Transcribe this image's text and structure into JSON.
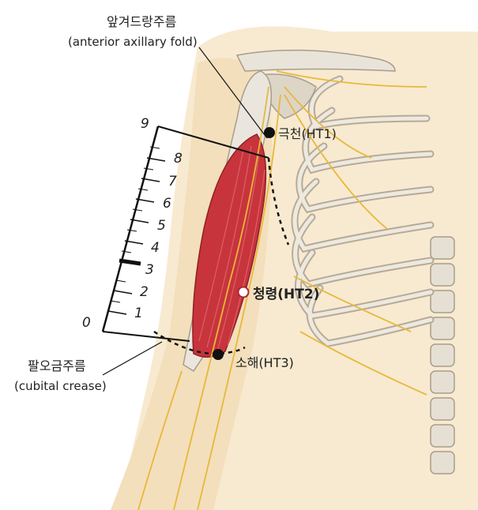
{
  "labels": {
    "axillary_ko": "앞겨드랑주름",
    "axillary_en": "(anterior axillary fold)",
    "cubital_ko": "팔오금주름",
    "cubital_en": "(cubital crease)"
  },
  "points": {
    "ht1": "극천(HT1)",
    "ht2": "청령(HT2)",
    "ht3": "소해(HT3)"
  },
  "scale": {
    "ticks": [
      "0",
      "1",
      "2",
      "3",
      "4",
      "5",
      "6",
      "7",
      "8",
      "9"
    ],
    "highlight": "3"
  },
  "colors": {
    "muscle": "#c8343c",
    "skin": "#f7e6c4",
    "bone": "#e9e4da",
    "nerve": "#e8b83a",
    "shade": "#a89c8c"
  }
}
